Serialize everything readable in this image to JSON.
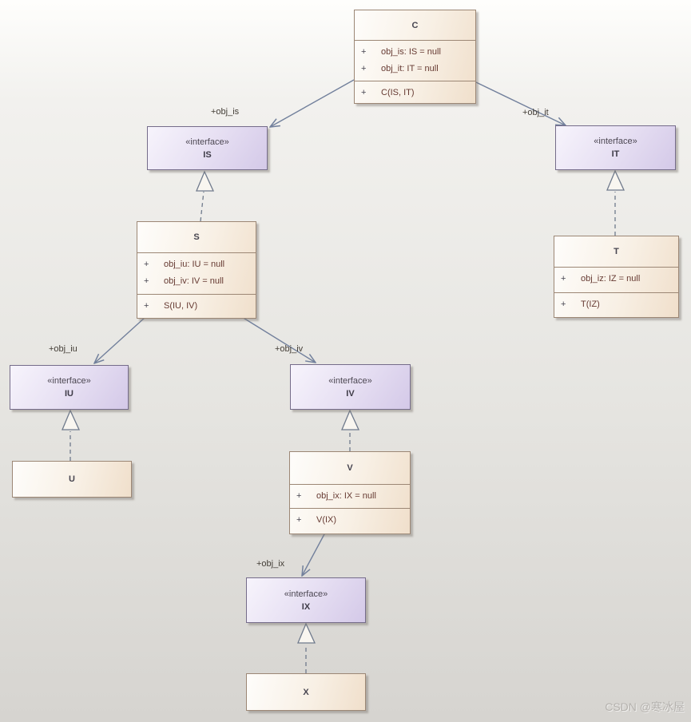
{
  "diagram": {
    "kind": "uml-class-diagram",
    "watermark": "CSDN @寒冰屋",
    "colors": {
      "class_fill_start": "#fefdfb",
      "class_fill_end": "#f0dfcb",
      "class_border": "#9c8775",
      "interface_fill_start": "#f7f4fc",
      "interface_fill_end": "#d4c9e8",
      "interface_border": "#756c8a",
      "connector": "#72809c",
      "member_text": "#663a32",
      "background_top": "#fefefc",
      "background_bottom": "#d6d4d0"
    }
  },
  "nodes": {
    "c": {
      "name": "C",
      "attributes": [
        {
          "vis": "+",
          "text": "obj_is: IS = null"
        },
        {
          "vis": "+",
          "text": "obj_it: IT = null"
        }
      ],
      "operations": [
        {
          "vis": "+",
          "text": "C(IS, IT)"
        }
      ]
    },
    "is": {
      "stereotype": "«interface»",
      "name": "IS"
    },
    "it": {
      "stereotype": "«interface»",
      "name": "IT"
    },
    "s": {
      "name": "S",
      "attributes": [
        {
          "vis": "+",
          "text": "obj_iu: IU = null"
        },
        {
          "vis": "+",
          "text": "obj_iv: IV = null"
        }
      ],
      "operations": [
        {
          "vis": "+",
          "text": "S(IU, IV)"
        }
      ]
    },
    "t": {
      "name": "T",
      "attributes": [
        {
          "vis": "+",
          "text": "obj_iz: IZ = null"
        }
      ],
      "operations": [
        {
          "vis": "+",
          "text": "T(IZ)"
        }
      ]
    },
    "iu": {
      "stereotype": "«interface»",
      "name": "IU"
    },
    "iv": {
      "stereotype": "«interface»",
      "name": "IV"
    },
    "u": {
      "name": "U"
    },
    "v": {
      "name": "V",
      "attributes": [
        {
          "vis": "+",
          "text": "obj_ix: IX = null"
        }
      ],
      "operations": [
        {
          "vis": "+",
          "text": "V(IX)"
        }
      ]
    },
    "ix": {
      "stereotype": "«interface»",
      "name": "IX"
    },
    "x": {
      "name": "X"
    }
  },
  "edge_labels": {
    "obj_is": "+obj_is",
    "obj_it": "+obj_it",
    "obj_iu": "+obj_iu",
    "obj_iv": "+obj_iv",
    "obj_ix": "+obj_ix"
  }
}
